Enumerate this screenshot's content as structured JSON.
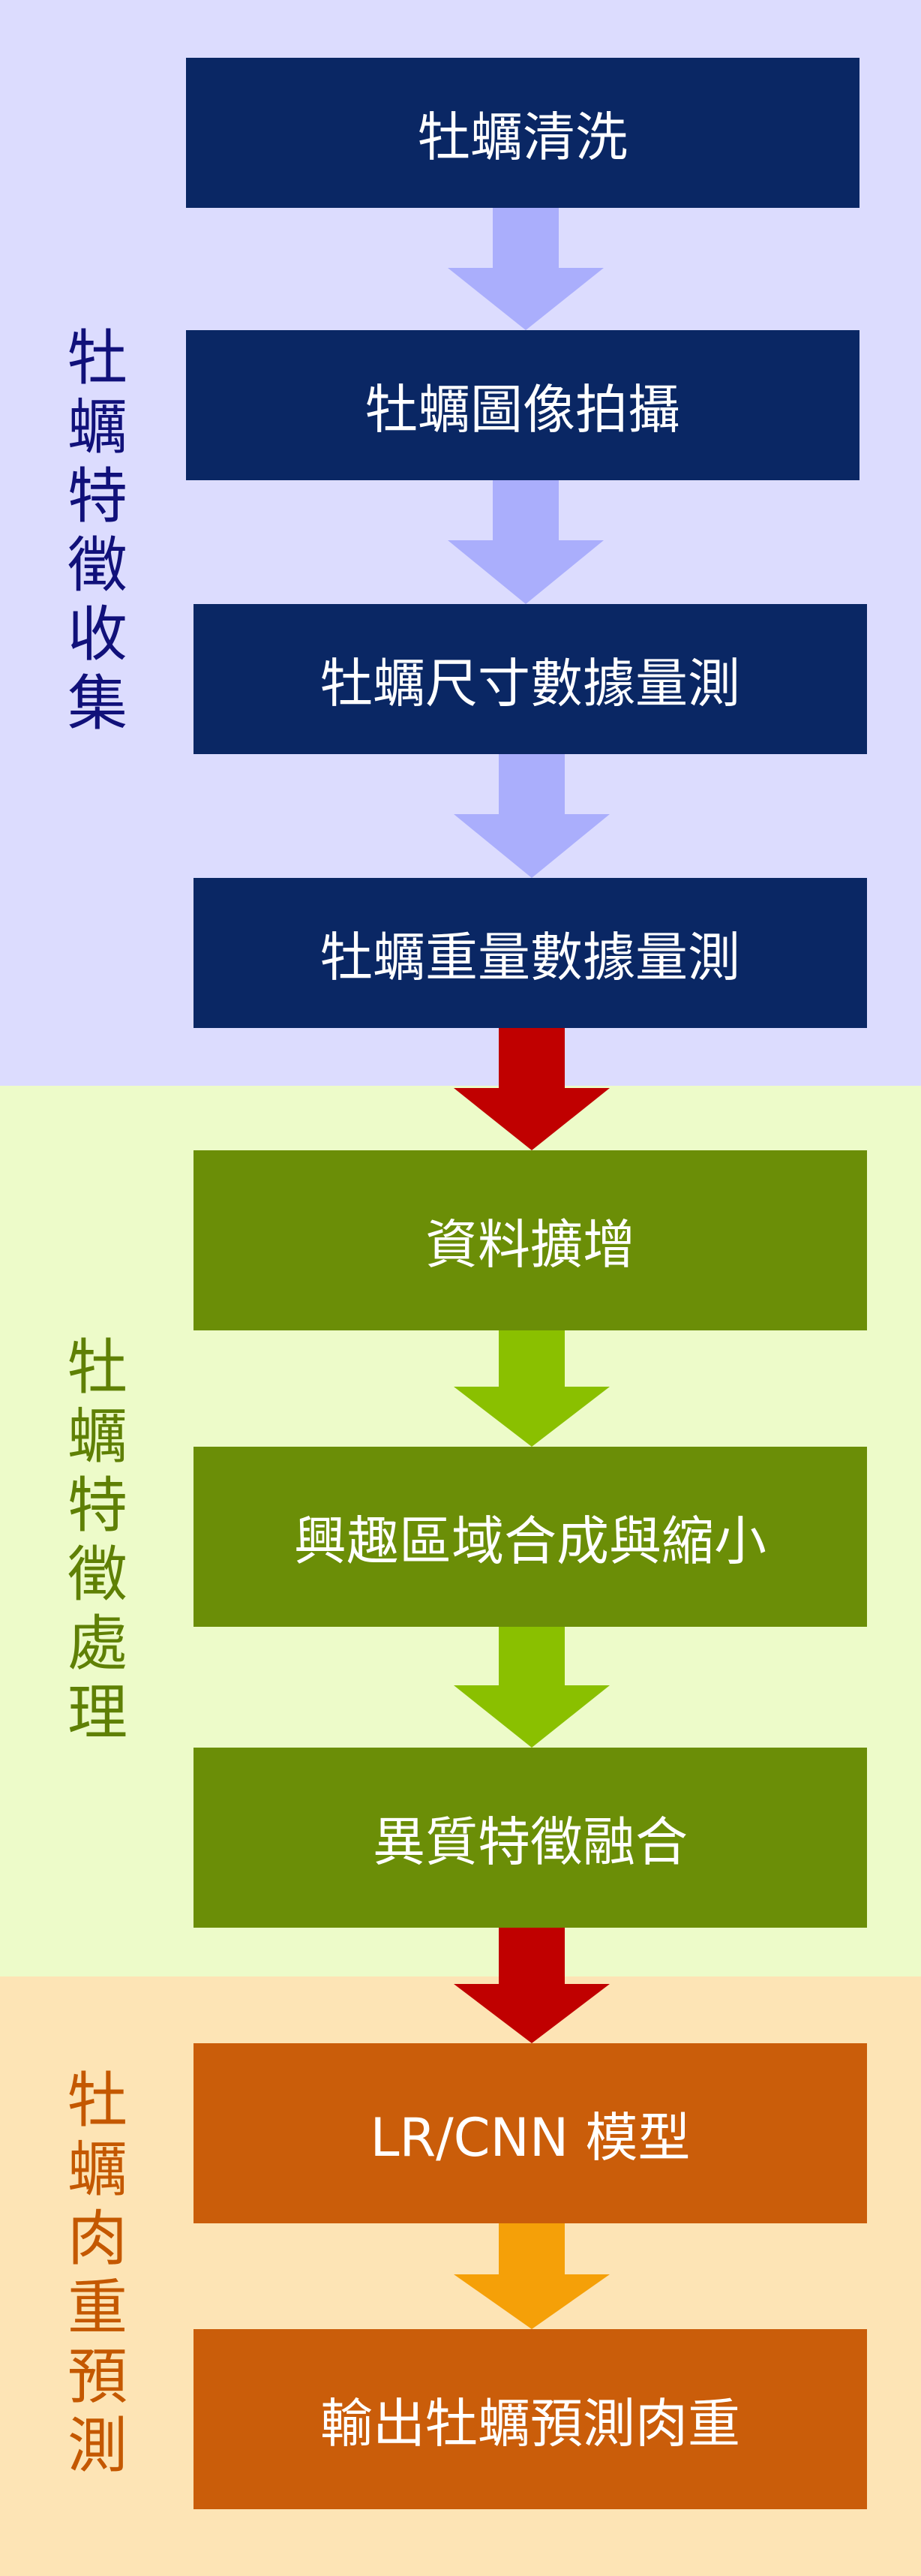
{
  "sections": {
    "collect": {
      "label": "牡\n蠣\n特\n徵\n收\n集",
      "color": "#11117a"
    },
    "process": {
      "label": "牡\n蠣\n特\n徵\n處\n理",
      "color": "#5f8005"
    },
    "predict": {
      "label": "牡\n蠣\n肉\n重\n預\n測",
      "color": "#c45800"
    }
  },
  "steps": [
    {
      "text": "牡蠣清洗"
    },
    {
      "text": "牡蠣圖像拍攝"
    },
    {
      "text": "牡蠣尺寸數據量測"
    },
    {
      "text": "牡蠣重量數據量測"
    },
    {
      "text": "資料擴增"
    },
    {
      "text": "興趣區域合成與縮小"
    },
    {
      "text": "異質特徵融合"
    },
    {
      "text": "LR/CNN 模型"
    },
    {
      "text": "輸出牡蠣預測肉重"
    }
  ],
  "colors": {
    "band_collect": "#dcdcfe",
    "band_process": "#edfbc9",
    "band_predict": "#fde4b5",
    "box_navy": "#0a2764",
    "box_green": "#6b8e07",
    "box_orange": "#ca5d0a",
    "arrow_lavender": "#aaaefc",
    "arrow_red": "#c00000",
    "arrow_lime": "#8ac000",
    "arrow_amber": "#f5a008"
  }
}
